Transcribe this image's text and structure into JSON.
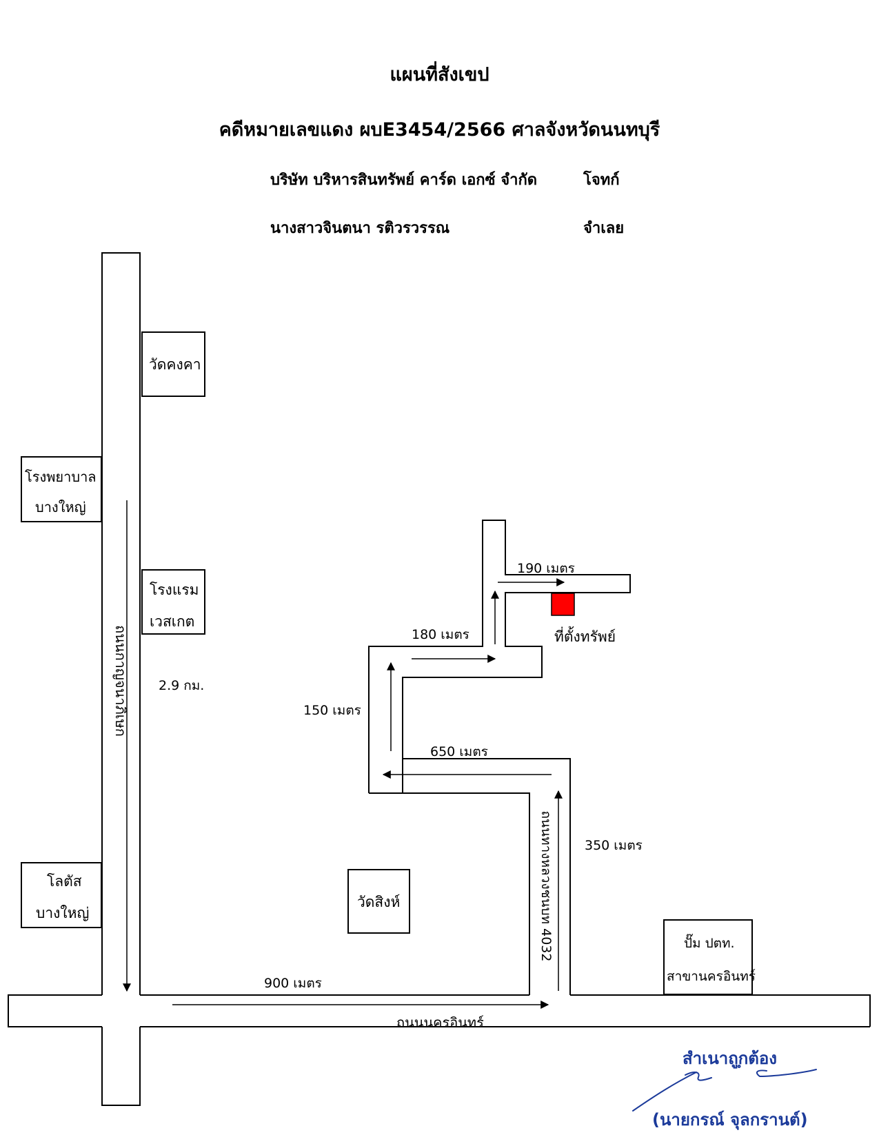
{
  "header": {
    "title": "แผนที่สังเขป",
    "case": "คดีหมายเลขแดง ผบE3454/2566 ศาลจังหวัดนนทบุรี",
    "plaintiff_name": "บริษัท บริหารสินทรัพย์ คาร์ด เอกซ์ จำกัด",
    "plaintiff_role": "โจทก์",
    "defendant_name": "นางสาวจินตนา รติวรวรรณ",
    "defendant_role": "จำเลย"
  },
  "landmarks": {
    "wat_khongkha": "วัดคงคา",
    "hospital_l1": "โรงพยาบาล",
    "hospital_l2": "บางใหญ่",
    "hotel_l1": "โรงแรม",
    "hotel_l2": "เวสเกต",
    "lotus_l1": "โลตัส",
    "lotus_l2": "บางใหญ่",
    "wat_sing": "วัดสิงห์",
    "ptt_l1": "ปั๊ม ปตท.",
    "ptt_l2": "สาขานครอินทร์"
  },
  "roads": {
    "kanchanaphisek": "ถนนกาญจนาภิเษก",
    "highway_4032": "ถนนทางหลวงชนบท 4032",
    "nakhon_in": "ถนนนครอินทร์"
  },
  "distances": {
    "d_190": "190 เมตร",
    "d_180": "180 เมตร",
    "d_150": "150 เมตร",
    "d_650": "650 เมตร",
    "d_350": "350 เมตร",
    "d_900": "900 เมตร",
    "d_29": "2.9 กม."
  },
  "property": {
    "label": "ที่ตั้งทรัพย์",
    "color": "#ff0000"
  },
  "certification": {
    "stamp": "สำเนาถูกต้อง",
    "name": "(นายกรณ์ จุลกรานต์)",
    "color": "#1b3a9a"
  }
}
